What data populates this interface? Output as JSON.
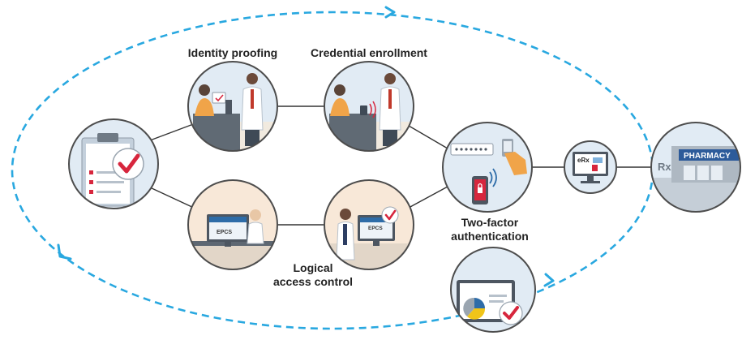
{
  "labels": {
    "identity_proofing": "Identity proofing",
    "credential_enrollment": "Credential enrollment",
    "two_factor_line1": "Two-factor",
    "two_factor_line2": "authentication",
    "logical_line1": "Logical",
    "logical_line2": "access control"
  },
  "screen_text": {
    "epcs": "EPCS",
    "erx": "eRx",
    "pharmacy": "PHARMACY",
    "rx": "Rx"
  },
  "colors": {
    "cycle_arrow": "#29a8e0",
    "connector": "#333333",
    "node_ring": "#4d4d4d",
    "node_fill_blue": "#e1ebf4",
    "node_fill_peach": "#f8e8d8",
    "check_red": "#d7263d",
    "staff_orange": "#f0a449"
  },
  "icons": [
    "checklist-icon",
    "desk-clinician-icon",
    "computer-check-icon",
    "phone-lock-icon",
    "erx-monitor-icon",
    "pharmacy-icon",
    "report-laptop-icon"
  ]
}
